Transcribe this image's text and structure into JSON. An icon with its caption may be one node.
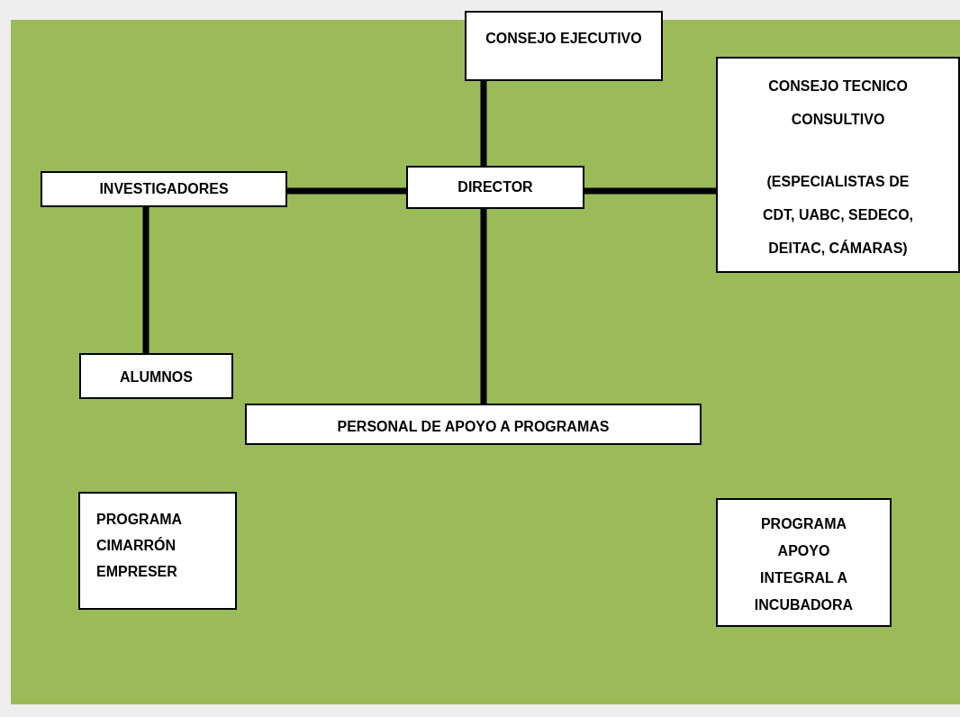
{
  "diagram": {
    "nodes": [
      {
        "text": [
          "CONSEJO EJECUTIVO"
        ]
      },
      {
        "text": [
          "CONSEJO TECNICO CONSULTIVO",
          "(ESPECIALISTAS DE CDT, UABC, SEDECO, DEITAC, CÁMARAS)"
        ]
      },
      {
        "text": [
          "INVESTIGADORES"
        ]
      },
      {
        "text": [
          "DIRECTOR"
        ]
      },
      {
        "text": [
          "ALUMNOS"
        ]
      },
      {
        "text": [
          "PERSONAL DE APOYO A PROGRAMAS"
        ]
      },
      {
        "text": [
          "PROGRAMA CIMARRÓN EMPRESER"
        ]
      },
      {
        "text": [
          "PROGRAMA APOYO INTEGRAL A INCUBADORA"
        ]
      }
    ],
    "edges": [
      {
        "from": 0,
        "to": 3,
        "arrow": "none"
      },
      {
        "from": 2,
        "to": 3,
        "arrow": "none"
      },
      {
        "from": 3,
        "to": 1,
        "arrow": "none"
      },
      {
        "from": 2,
        "to": 4,
        "arrow": "none"
      },
      {
        "from": 3,
        "to": 5,
        "arrow": "none"
      }
    ]
  }
}
